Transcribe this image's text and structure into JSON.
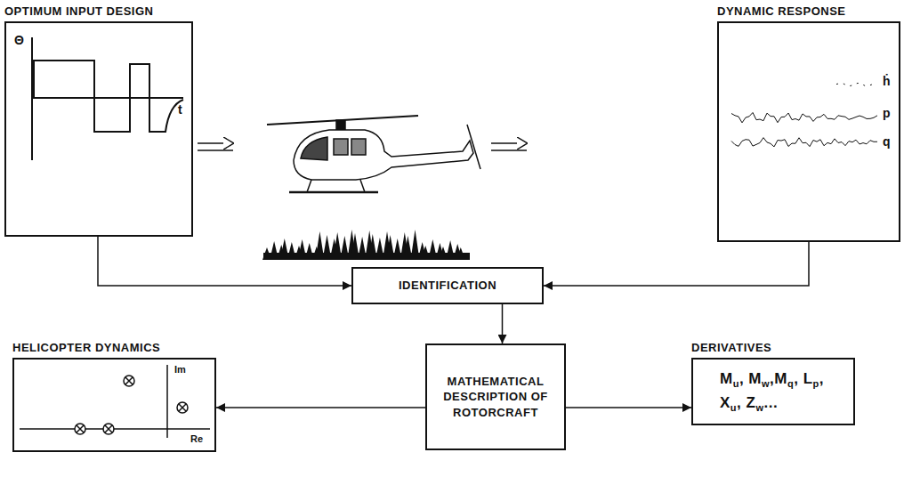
{
  "diagram": {
    "nodes": [
      {
        "text": [
          "OPTIMUM INPUT DESIGN"
        ]
      },
      {
        "text": [
          "DYNAMIC RESPONSE"
        ]
      },
      {
        "text": [
          "IDENTIFICATION"
        ]
      },
      {
        "text": [
          "MATHEMATICAL DESCRIPTION OF ROTORCRAFT"
        ]
      },
      {
        "text": [
          "HELICOPTER DYNAMICS"
        ]
      },
      {
        "text": [
          "DERIVATIVES",
          "Mu, Mw,Mq, Lp, Xu, Zw..."
        ]
      }
    ],
    "edges": [
      {
        "from": 0,
        "to": 2,
        "arrow": "to"
      },
      {
        "from": 1,
        "to": 2,
        "arrow": "to"
      },
      {
        "from": 2,
        "to": 3,
        "arrow": "to"
      },
      {
        "from": 3,
        "to": 4,
        "arrow": "to"
      },
      {
        "from": 3,
        "to": 5,
        "arrow": "to"
      }
    ],
    "labels": [
      "Θ",
      "t",
      "ḣ",
      "p",
      "q",
      "Im",
      "Re"
    ]
  }
}
